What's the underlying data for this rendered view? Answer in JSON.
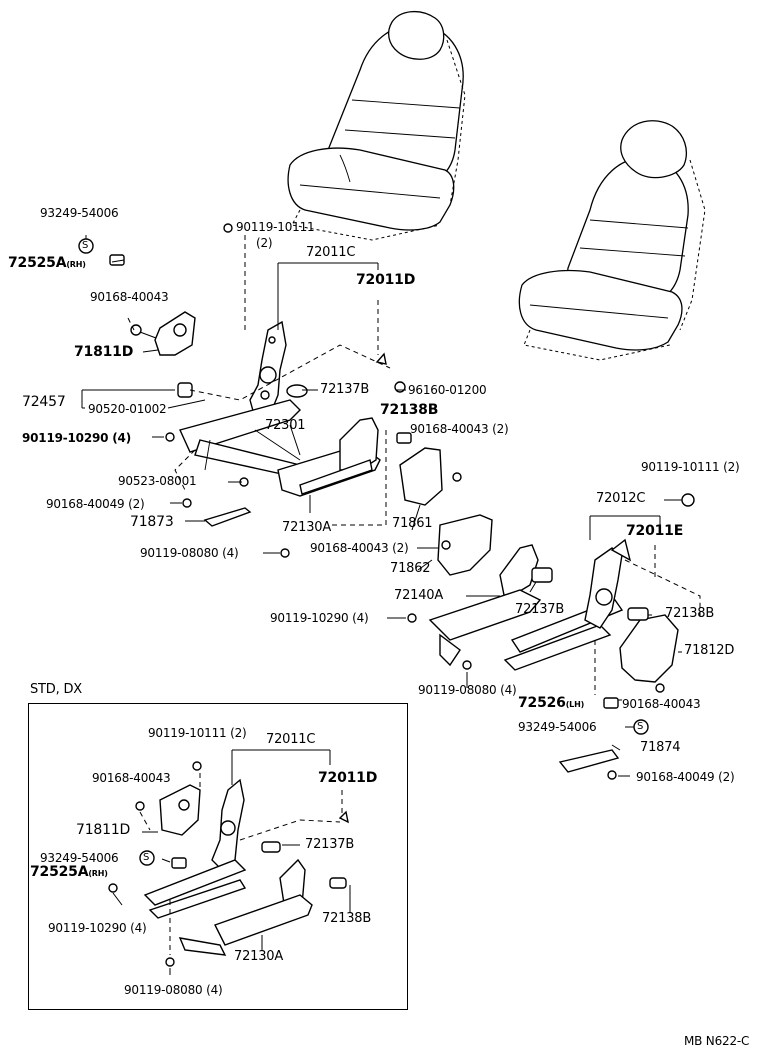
{
  "labels": {
    "l93249_top": "93249-54006",
    "l72525A_top": "72525A",
    "rh_top": "(RH)",
    "l90168_a": "90168-40043",
    "l71811D_top": "71811D",
    "l72457": "72457",
    "l90520": "90520-01002",
    "l90119_10290_top": "90119-10290 (4)",
    "l90523": "90523-08001",
    "l90168_40049_top": "90168-40049 (2)",
    "l71873": "71873",
    "l90119_08080_top": "90119-08080 (4)",
    "l90119_10111_top": "90119-10111",
    "l_2_top": "(2)",
    "l72011C_top": "72011C",
    "l72011D_top": "72011D",
    "l72137B_top": "72137B",
    "l96160": "96160-01200",
    "l72138B_top": "72138B",
    "l72301": "72301",
    "l90168_40043_2a": "90168-40043 (2)",
    "l71861": "71861",
    "l72130A_top": "72130A",
    "l90168_40043_2b": "90168-40043 (2)",
    "l71862": "71862",
    "l72140A": "72140A",
    "l72137B_mid": "72137B",
    "l90119_10290_mid": "90119-10290 (4)",
    "l90119_08080_mid": "90119-08080 (4)",
    "l90119_10111_right": "90119-10111 (2)",
    "l72012C": "72012C",
    "l72011E": "72011E",
    "l72138B_right": "72138B",
    "l71812D": "71812D",
    "l72526": "72526",
    "lh": "(LH)",
    "l90168_40043_right": "90168-40043",
    "l93249_right": "93249-54006",
    "l71874": "71874",
    "l90168_40049_right": "90168-40049 (2)",
    "l_std": "STD, DX",
    "b90119_10111": "90119-10111 (2)",
    "b72011C": "72011C",
    "b90168_40043": "90168-40043",
    "b72011D": "72011D",
    "b71811D": "71811D",
    "b93249": "93249-54006",
    "b72137B": "72137B",
    "b72525A": "72525A",
    "b_rh": "(RH)",
    "b90119_10290": "90119-10290 (4)",
    "b72138B": "72138B",
    "b72130A": "72130A",
    "b90119_08080": "90119-08080 (4)",
    "code": "MB N622-C"
  },
  "markers": {
    "s_top": "S",
    "s_right": "S",
    "s_box": "S"
  }
}
